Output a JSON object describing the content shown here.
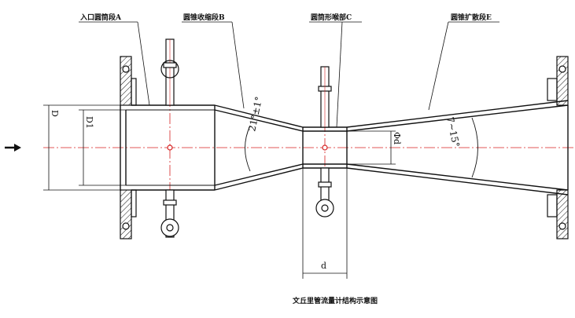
{
  "labels": {
    "section_a": "入口圆筒段A",
    "section_b": "圆锥收缩段B",
    "section_c": "圆筒形喉部C",
    "section_e": "圆锥扩散段E"
  },
  "dimensions": {
    "inlet_diameter": "D",
    "inner_diameter": "D1",
    "throat_diameter": "Φd",
    "throat_length": "d"
  },
  "angles": {
    "convergent": "21°±1°",
    "divergent": "7~15°"
  },
  "caption": "文丘里管流量计结构示意图",
  "colors": {
    "line": "#111111",
    "centerline": "#d62020",
    "hatch": "#111111"
  }
}
